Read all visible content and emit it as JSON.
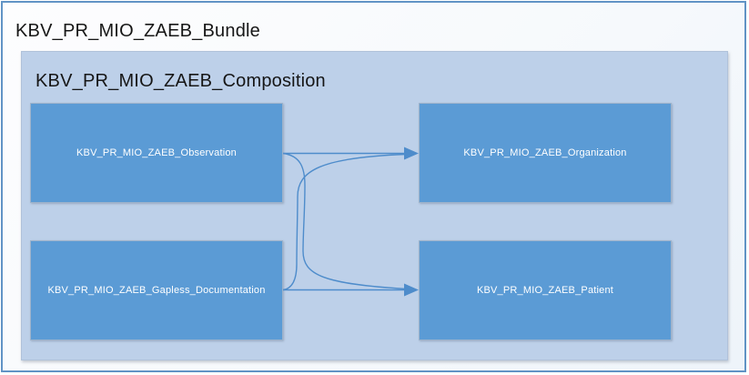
{
  "diagram": {
    "bundle": {
      "title": "KBV_PR_MIO_ZAEB_Bundle"
    },
    "composition": {
      "title": "KBV_PR_MIO_ZAEB_Composition"
    },
    "nodes": [
      {
        "id": "observation",
        "label": "KBV_PR_MIO_ZAEB_Observation"
      },
      {
        "id": "organization",
        "label": "KBV_PR_MIO_ZAEB_Organization"
      },
      {
        "id": "gapless_documentation",
        "label": "KBV_PR_MIO_ZAEB_Gapless_Documentation"
      },
      {
        "id": "patient",
        "label": "KBV_PR_MIO_ZAEB_Patient"
      }
    ],
    "edges": [
      {
        "from": "KBV_PR_MIO_ZAEB_Observation",
        "to": "KBV_PR_MIO_ZAEB_Organization",
        "style": "straight-arrow"
      },
      {
        "from": "KBV_PR_MIO_ZAEB_Observation",
        "to": "KBV_PR_MIO_ZAEB_Patient",
        "style": "curved-arrow"
      },
      {
        "from": "KBV_PR_MIO_ZAEB_Gapless_Documentation",
        "to": "KBV_PR_MIO_ZAEB_Organization",
        "style": "curved-arrow"
      },
      {
        "from": "KBV_PR_MIO_ZAEB_Gapless_Documentation",
        "to": "KBV_PR_MIO_ZAEB_Patient",
        "style": "straight-arrow"
      }
    ],
    "colors": {
      "node_fill": "#5b9bd5",
      "node_border": "#9db3cb",
      "node_text": "#ffffff",
      "composition_fill": "#bdd0e9",
      "bundle_fill": "#fbfcfe",
      "outer_border": "#6193c5",
      "arrow": "#4e8ccb",
      "title_text": "#161616"
    }
  }
}
